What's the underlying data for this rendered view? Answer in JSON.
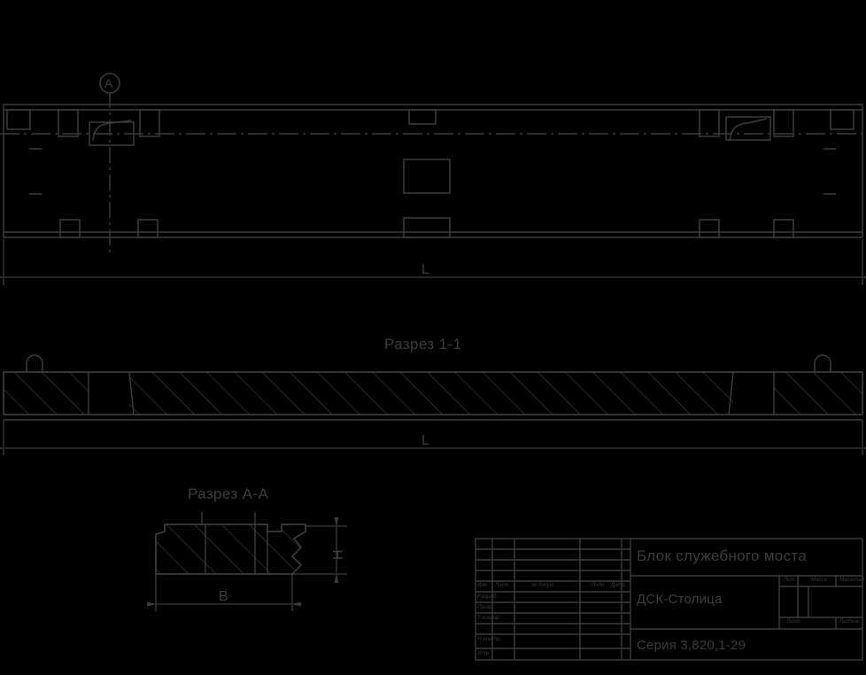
{
  "document": {
    "type": "engineering-drawing",
    "standard": "GOST",
    "background_color": "#000000",
    "line_color": "#3c3c3c"
  },
  "views": {
    "plan": {
      "name": "plan-view",
      "section_marker": "А",
      "dimension_label": "L"
    },
    "section_1_1": {
      "title": "Разрез 1-1",
      "dimension_label": "L"
    },
    "section_a_a": {
      "title": "Разрез А-А",
      "dimension_height": "H",
      "dimension_width": "В"
    }
  },
  "title_block": {
    "drawing_name": "Блок служебного моста",
    "organization": "ДСК-Столица",
    "series": "Серия 3,820,1-29",
    "revision_headers": [
      "Изм.",
      "Лист",
      "№ докум.",
      "Подп.",
      "Дата"
    ],
    "role_rows": [
      "Разраб.",
      "Пров.",
      "Т.контр.",
      "",
      "Н.контр.",
      "Утв."
    ],
    "stamp_headers": [
      "Лит.",
      "Масса",
      "Масштаб"
    ],
    "sheet_headers": [
      "Лист",
      "Листов"
    ]
  }
}
